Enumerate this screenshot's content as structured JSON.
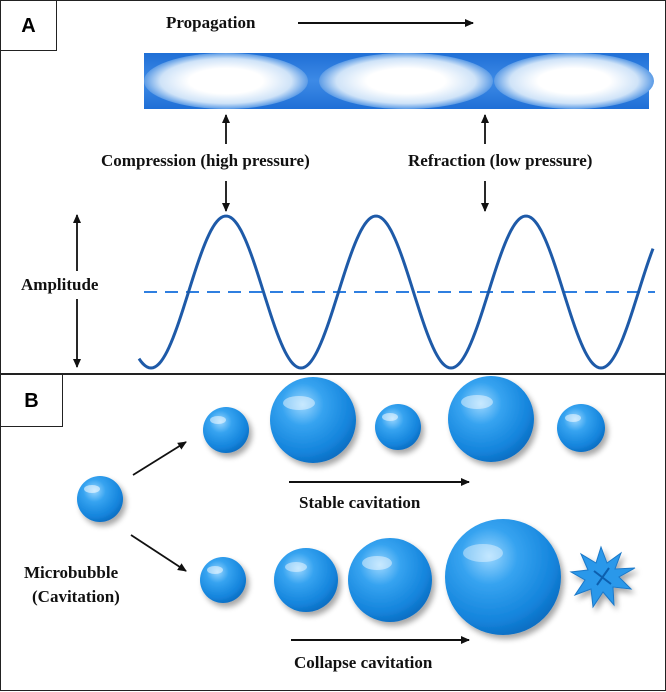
{
  "panel_a": {
    "label": "A",
    "propagation": "Propagation",
    "compression": "Compression (high pressure)",
    "refraction": "Refraction (low pressure)",
    "amplitude": "Amplitude",
    "colors": {
      "wave": "#1e5aa8",
      "band": "#2f7fe0",
      "dashed": "#2f7fe0"
    }
  },
  "panel_b": {
    "label": "B",
    "microbubble": "Microbubble",
    "cavitation": "(Cavitation)",
    "stable": "Stable cavitation",
    "collapse": "Collapse cavitation",
    "colors": {
      "bubble": "#1e8fe0",
      "bubble_light": "#7cc6f7"
    }
  }
}
